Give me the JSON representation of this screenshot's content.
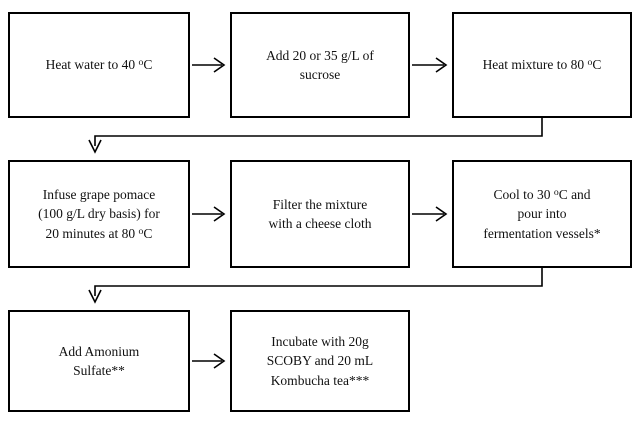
{
  "diagram": {
    "title": "Kombucha from grape pomace process flowchart",
    "type": "flowchart",
    "orientation": "left-to-right, serpentine (3 rows)",
    "stroke_color": "#000000",
    "fill_color": "#FFFFFF",
    "text_color": "#111111",
    "arrow_style": "open-chevron",
    "nodes": [
      {
        "id": "n1",
        "row": 1,
        "col": 1,
        "lines": [
          "Heat water to 40 ºC"
        ],
        "text": "Heat water to 40 ºC"
      },
      {
        "id": "n2",
        "row": 1,
        "col": 2,
        "lines": [
          "Add 20 or 35 g/L of",
          "sucrose"
        ],
        "text": "Add 20 or 35 g/L of sucrose"
      },
      {
        "id": "n3",
        "row": 1,
        "col": 3,
        "lines": [
          "Heat mixture to 80 ºC"
        ],
        "text": "Heat mixture to 80 ºC"
      },
      {
        "id": "n4",
        "row": 2,
        "col": 1,
        "lines": [
          "Infuse grape pomace",
          "(100 g/L dry basis) for",
          "20 minutes at 80 ºC"
        ],
        "text": "Infuse grape pomace (100 g/L dry basis) for 20 minutes at 80 ºC"
      },
      {
        "id": "n5",
        "row": 2,
        "col": 2,
        "lines": [
          "Filter the mixture",
          "with a cheese cloth"
        ],
        "text": "Filter the mixture with a cheese cloth"
      },
      {
        "id": "n6",
        "row": 2,
        "col": 3,
        "lines": [
          "Cool to 30 ºC and",
          "pour into",
          "fermentation vessels*"
        ],
        "text": "Cool to 30 ºC and pour into fermentation vessels*"
      },
      {
        "id": "n7",
        "row": 3,
        "col": 1,
        "lines": [
          "Add Amonium",
          "Sulfate**"
        ],
        "text": "Add Amonium Sulfate**"
      },
      {
        "id": "n8",
        "row": 3,
        "col": 2,
        "lines": [
          "Incubate with 20g",
          "SCOBY and 20 mL",
          "Kombucha tea***"
        ],
        "text": "Incubate with 20g SCOBY and 20 mL Kombucha tea***"
      }
    ],
    "connectors": [
      {
        "id": "c1",
        "from": "n1",
        "to": "n2",
        "kind": "horizontal-arrow"
      },
      {
        "id": "c2",
        "from": "n2",
        "to": "n3",
        "kind": "horizontal-arrow"
      },
      {
        "id": "c3",
        "from": "n3",
        "to": "n4",
        "kind": "elbow-down-left-arrow"
      },
      {
        "id": "c4",
        "from": "n4",
        "to": "n5",
        "kind": "horizontal-arrow"
      },
      {
        "id": "c5",
        "from": "n5",
        "to": "n6",
        "kind": "horizontal-arrow"
      },
      {
        "id": "c6",
        "from": "n6",
        "to": "n7",
        "kind": "elbow-down-left-arrow"
      },
      {
        "id": "c7",
        "from": "n7",
        "to": "n8",
        "kind": "horizontal-arrow"
      }
    ]
  }
}
